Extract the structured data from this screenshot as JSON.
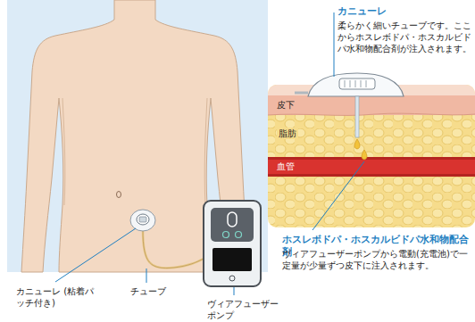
{
  "diagram": {
    "labels": [
      "カニューレ",
      "柔らかく細いチューブです。ここからホスレボドパ・ホスカルビドパ水和物配合剤が注入されます。",
      "皮下",
      "脂肪",
      "血管",
      "ホスレボドパ・ホスカルビドパ水和物配合剤",
      "ヴィアフューザーポンプから電動(充電池)で一定量が少量ずつ皮下に注入されます。",
      "カニューレ (粘着パッチ付き)",
      "チューブ",
      "ヴィアフューザーポンプ"
    ]
  }
}
